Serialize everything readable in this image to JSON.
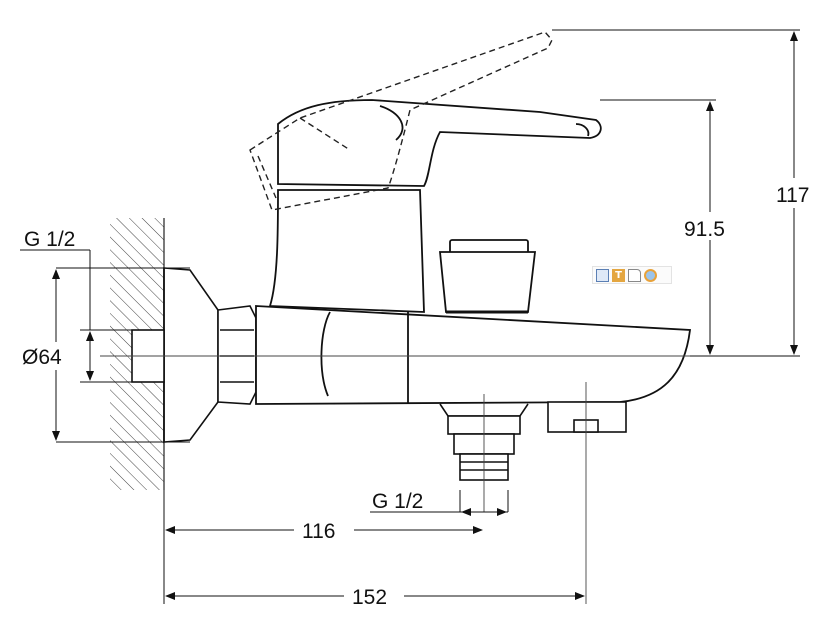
{
  "dimensions": {
    "connection_top": "G 1/2",
    "diameter": "Ø64",
    "connection_bottom": "G 1/2",
    "horizontal_inner": "116",
    "horizontal_outer": "152",
    "height_lever": "91.5",
    "height_total": "117"
  },
  "toolbar": {
    "icons": [
      "copy-icon",
      "text-icon",
      "document-icon",
      "cloud-icon"
    ],
    "text_glyph": "T"
  }
}
